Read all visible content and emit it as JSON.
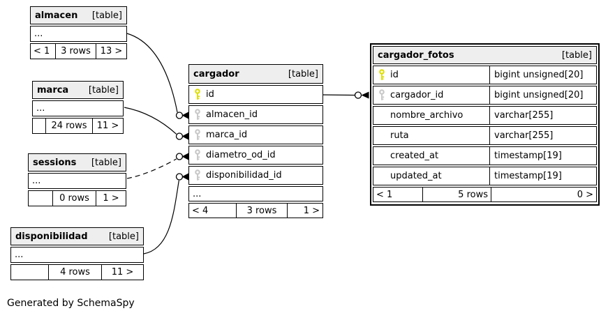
{
  "caption": "Generated by SchemaSpy",
  "colors": {
    "header_bg": "#eeeeee",
    "row_bg": "#ffffff",
    "border": "#000000",
    "primary_key": "#dede00",
    "foreign_key": "#c8c8c8"
  },
  "tables": {
    "almacen": {
      "name": "almacen",
      "tag": "[table]",
      "ellipsis": "...",
      "footer_left": "< 1",
      "footer_mid": "3 rows",
      "footer_right": "13 >"
    },
    "marca": {
      "name": "marca",
      "tag": "[table]",
      "ellipsis": "...",
      "footer_left": "",
      "footer_mid": "24 rows",
      "footer_right": "11 >"
    },
    "sessions": {
      "name": "sessions",
      "tag": "[table]",
      "ellipsis": "...",
      "footer_left": "",
      "footer_mid": "0 rows",
      "footer_right": "1 >"
    },
    "disponibilidad": {
      "name": "disponibilidad",
      "tag": "[table]",
      "ellipsis": "...",
      "footer_left": "",
      "footer_mid": "4 rows",
      "footer_right": "11 >"
    },
    "cargador": {
      "name": "cargador",
      "tag": "[table]",
      "ellipsis": "...",
      "columns": [
        {
          "name": "id",
          "key": "primary"
        },
        {
          "name": "almacen_id",
          "key": "foreign"
        },
        {
          "name": "marca_id",
          "key": "foreign"
        },
        {
          "name": "diametro_od_id",
          "key": "foreign"
        },
        {
          "name": "disponibilidad_id",
          "key": "foreign"
        }
      ],
      "footer_left": "< 4",
      "footer_mid": "3 rows",
      "footer_right": "1 >"
    },
    "cargador_fotos": {
      "name": "cargador_fotos",
      "tag": "[table]",
      "columns": [
        {
          "name": "id",
          "type": "bigint unsigned[20]",
          "key": "primary"
        },
        {
          "name": "cargador_id",
          "type": "bigint unsigned[20]",
          "key": "foreign"
        },
        {
          "name": "nombre_archivo",
          "type": "varchar[255]",
          "key": ""
        },
        {
          "name": "ruta",
          "type": "varchar[255]",
          "key": ""
        },
        {
          "name": "created_at",
          "type": "timestamp[19]",
          "key": ""
        },
        {
          "name": "updated_at",
          "type": "timestamp[19]",
          "key": ""
        }
      ],
      "footer_left": "< 1",
      "footer_mid": "5 rows",
      "footer_right": "0 >"
    }
  },
  "relationships": [
    {
      "from": "almacen",
      "to": "cargador.almacen_id",
      "style": "solid"
    },
    {
      "from": "marca",
      "to": "cargador.marca_id",
      "style": "solid"
    },
    {
      "from": "sessions",
      "to": "cargador.diametro_od_id",
      "style": "dashed"
    },
    {
      "from": "disponibilidad",
      "to": "cargador.disponibilidad_id",
      "style": "solid"
    },
    {
      "from": "cargador.id",
      "to": "cargador_fotos.cargador_id",
      "style": "solid"
    }
  ]
}
